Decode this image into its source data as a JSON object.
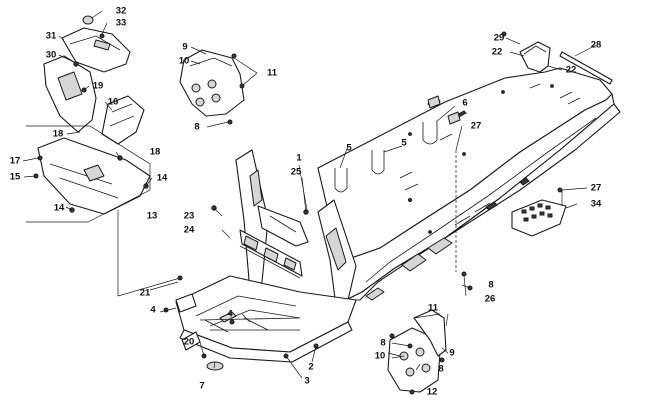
{
  "diagram": {
    "callouts": [
      {
        "id": "c1",
        "label": "1"
      },
      {
        "id": "c2",
        "label": "2"
      },
      {
        "id": "c3",
        "label": "3"
      },
      {
        "id": "c4a",
        "label": "4"
      },
      {
        "id": "c4b",
        "label": "4"
      },
      {
        "id": "c5a",
        "label": "5"
      },
      {
        "id": "c5b",
        "label": "5"
      },
      {
        "id": "c6",
        "label": "6"
      },
      {
        "id": "c7",
        "label": "7"
      },
      {
        "id": "c8a",
        "label": "8"
      },
      {
        "id": "c8b",
        "label": "8"
      },
      {
        "id": "c8c",
        "label": "8"
      },
      {
        "id": "c8d",
        "label": "8"
      },
      {
        "id": "c9a",
        "label": "9"
      },
      {
        "id": "c9b",
        "label": "9"
      },
      {
        "id": "c10a",
        "label": "10"
      },
      {
        "id": "c10b",
        "label": "10"
      },
      {
        "id": "c11a",
        "label": "11"
      },
      {
        "id": "c11b",
        "label": "11"
      },
      {
        "id": "c12",
        "label": "12"
      },
      {
        "id": "c13",
        "label": "13"
      },
      {
        "id": "c14a",
        "label": "14"
      },
      {
        "id": "c14b",
        "label": "14"
      },
      {
        "id": "c15",
        "label": "15"
      },
      {
        "id": "c16",
        "label": "16"
      },
      {
        "id": "c17",
        "label": "17"
      },
      {
        "id": "c18a",
        "label": "18"
      },
      {
        "id": "c18b",
        "label": "18"
      },
      {
        "id": "c19",
        "label": "19"
      },
      {
        "id": "c20",
        "label": "20"
      },
      {
        "id": "c21",
        "label": "21"
      },
      {
        "id": "c22a",
        "label": "22"
      },
      {
        "id": "c22b",
        "label": "22"
      },
      {
        "id": "c23",
        "label": "23"
      },
      {
        "id": "c24",
        "label": "24"
      },
      {
        "id": "c25",
        "label": "25"
      },
      {
        "id": "c26",
        "label": "26"
      },
      {
        "id": "c27a",
        "label": "27"
      },
      {
        "id": "c27b",
        "label": "27"
      },
      {
        "id": "c28",
        "label": "28"
      },
      {
        "id": "c29",
        "label": "29"
      },
      {
        "id": "c30",
        "label": "30"
      },
      {
        "id": "c31",
        "label": "31"
      },
      {
        "id": "c32",
        "label": "32"
      },
      {
        "id": "c33",
        "label": "33"
      },
      {
        "id": "c34",
        "label": "34"
      }
    ]
  }
}
